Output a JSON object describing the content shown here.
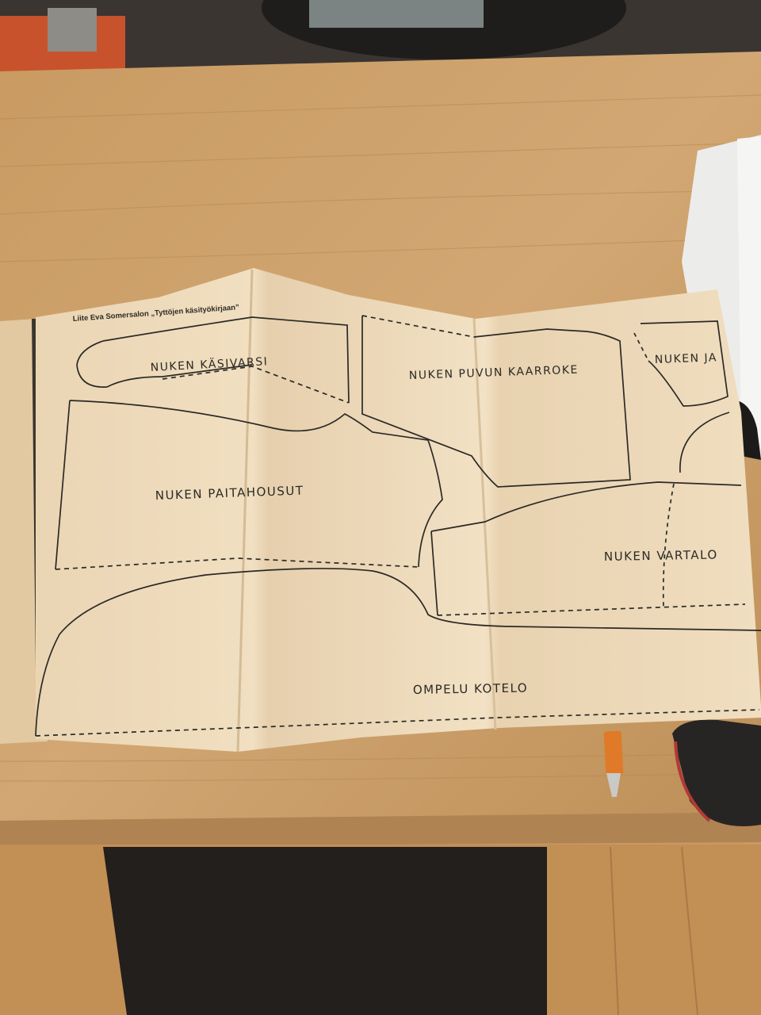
{
  "sheet": {
    "header": "Liite Eva Somersalon „Tyttöjen käsityökirjaan”"
  },
  "patterns": [
    {
      "id": "arm",
      "label": "NUKEN KÄSIVARSI"
    },
    {
      "id": "yoke",
      "label": "NUKEN PUVUN KAARROKE"
    },
    {
      "id": "leg",
      "label": "NUKEN JA"
    },
    {
      "id": "shirt",
      "label": "NUKEN PAITAHOUSUT"
    },
    {
      "id": "body",
      "label": "NUKEN VARTALO"
    },
    {
      "id": "case",
      "label": "OMPELU KOTELO"
    }
  ],
  "colors": {
    "desk": "#c79a62",
    "paper": "#efdcbc",
    "ink": "#2b2a26",
    "floor_dark": "#221f1c"
  }
}
